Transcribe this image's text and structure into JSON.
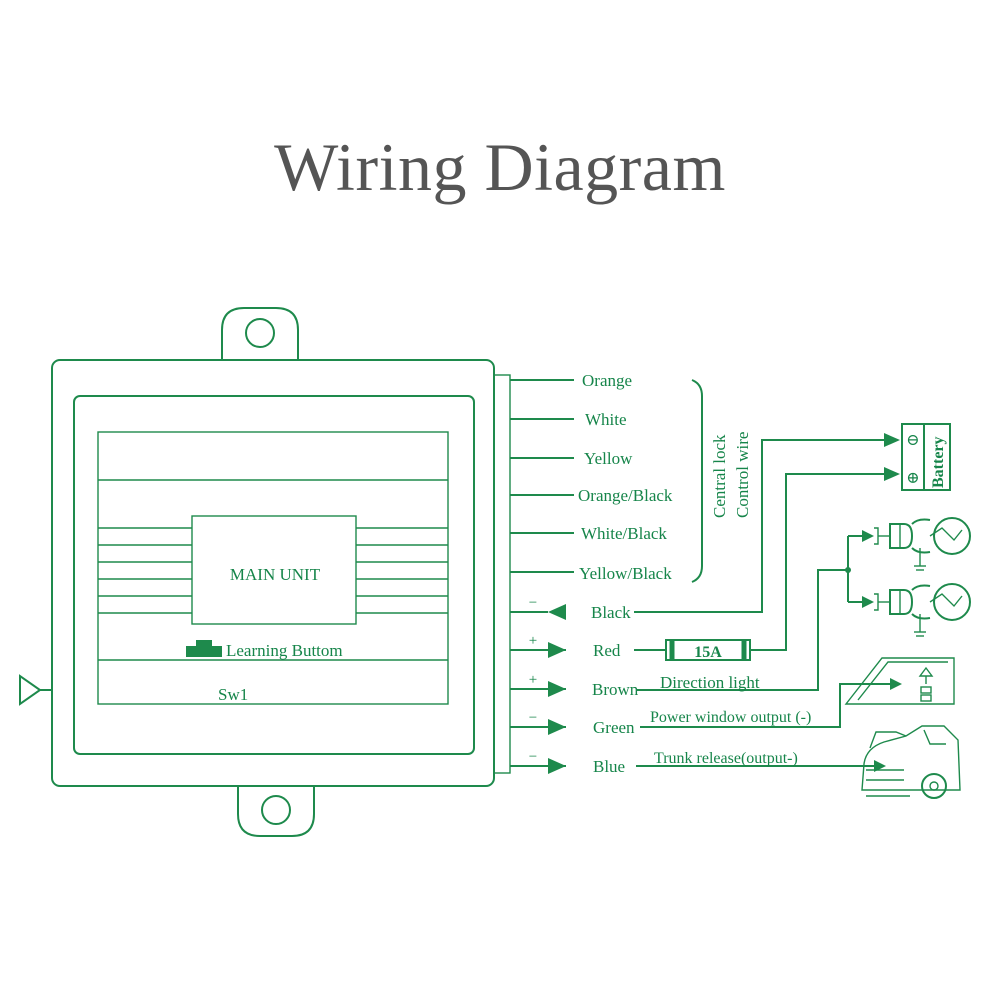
{
  "title": "Wiring Diagram",
  "main_unit": {
    "label": "MAIN UNIT",
    "learning_button": "Learning Buttom",
    "switch": "Sw1"
  },
  "wires": [
    {
      "color": "Orange",
      "sign": ""
    },
    {
      "color": "White",
      "sign": ""
    },
    {
      "color": "Yellow",
      "sign": ""
    },
    {
      "color": "Orange/Black",
      "sign": ""
    },
    {
      "color": "White/Black",
      "sign": ""
    },
    {
      "color": "Yellow/Black",
      "sign": ""
    },
    {
      "color": "Black",
      "sign": "−"
    },
    {
      "color": "Red",
      "sign": "+"
    },
    {
      "color": "Brown",
      "sign": "+"
    },
    {
      "color": "Green",
      "sign": "−"
    },
    {
      "color": "Blue",
      "sign": "−"
    }
  ],
  "central_lock": {
    "line1": "Central lock",
    "line2": "Control wire"
  },
  "battery": {
    "label": "Battery",
    "minus": "⊖",
    "plus": "⊕"
  },
  "fuse": "15A",
  "outputs": {
    "direction_light": "Direction light",
    "power_window": "Power window output (-)",
    "trunk_release": "Trunk release(output-)"
  },
  "colors": {
    "line": "#1e8a4c",
    "text": "#16854a",
    "title": "#555555"
  }
}
